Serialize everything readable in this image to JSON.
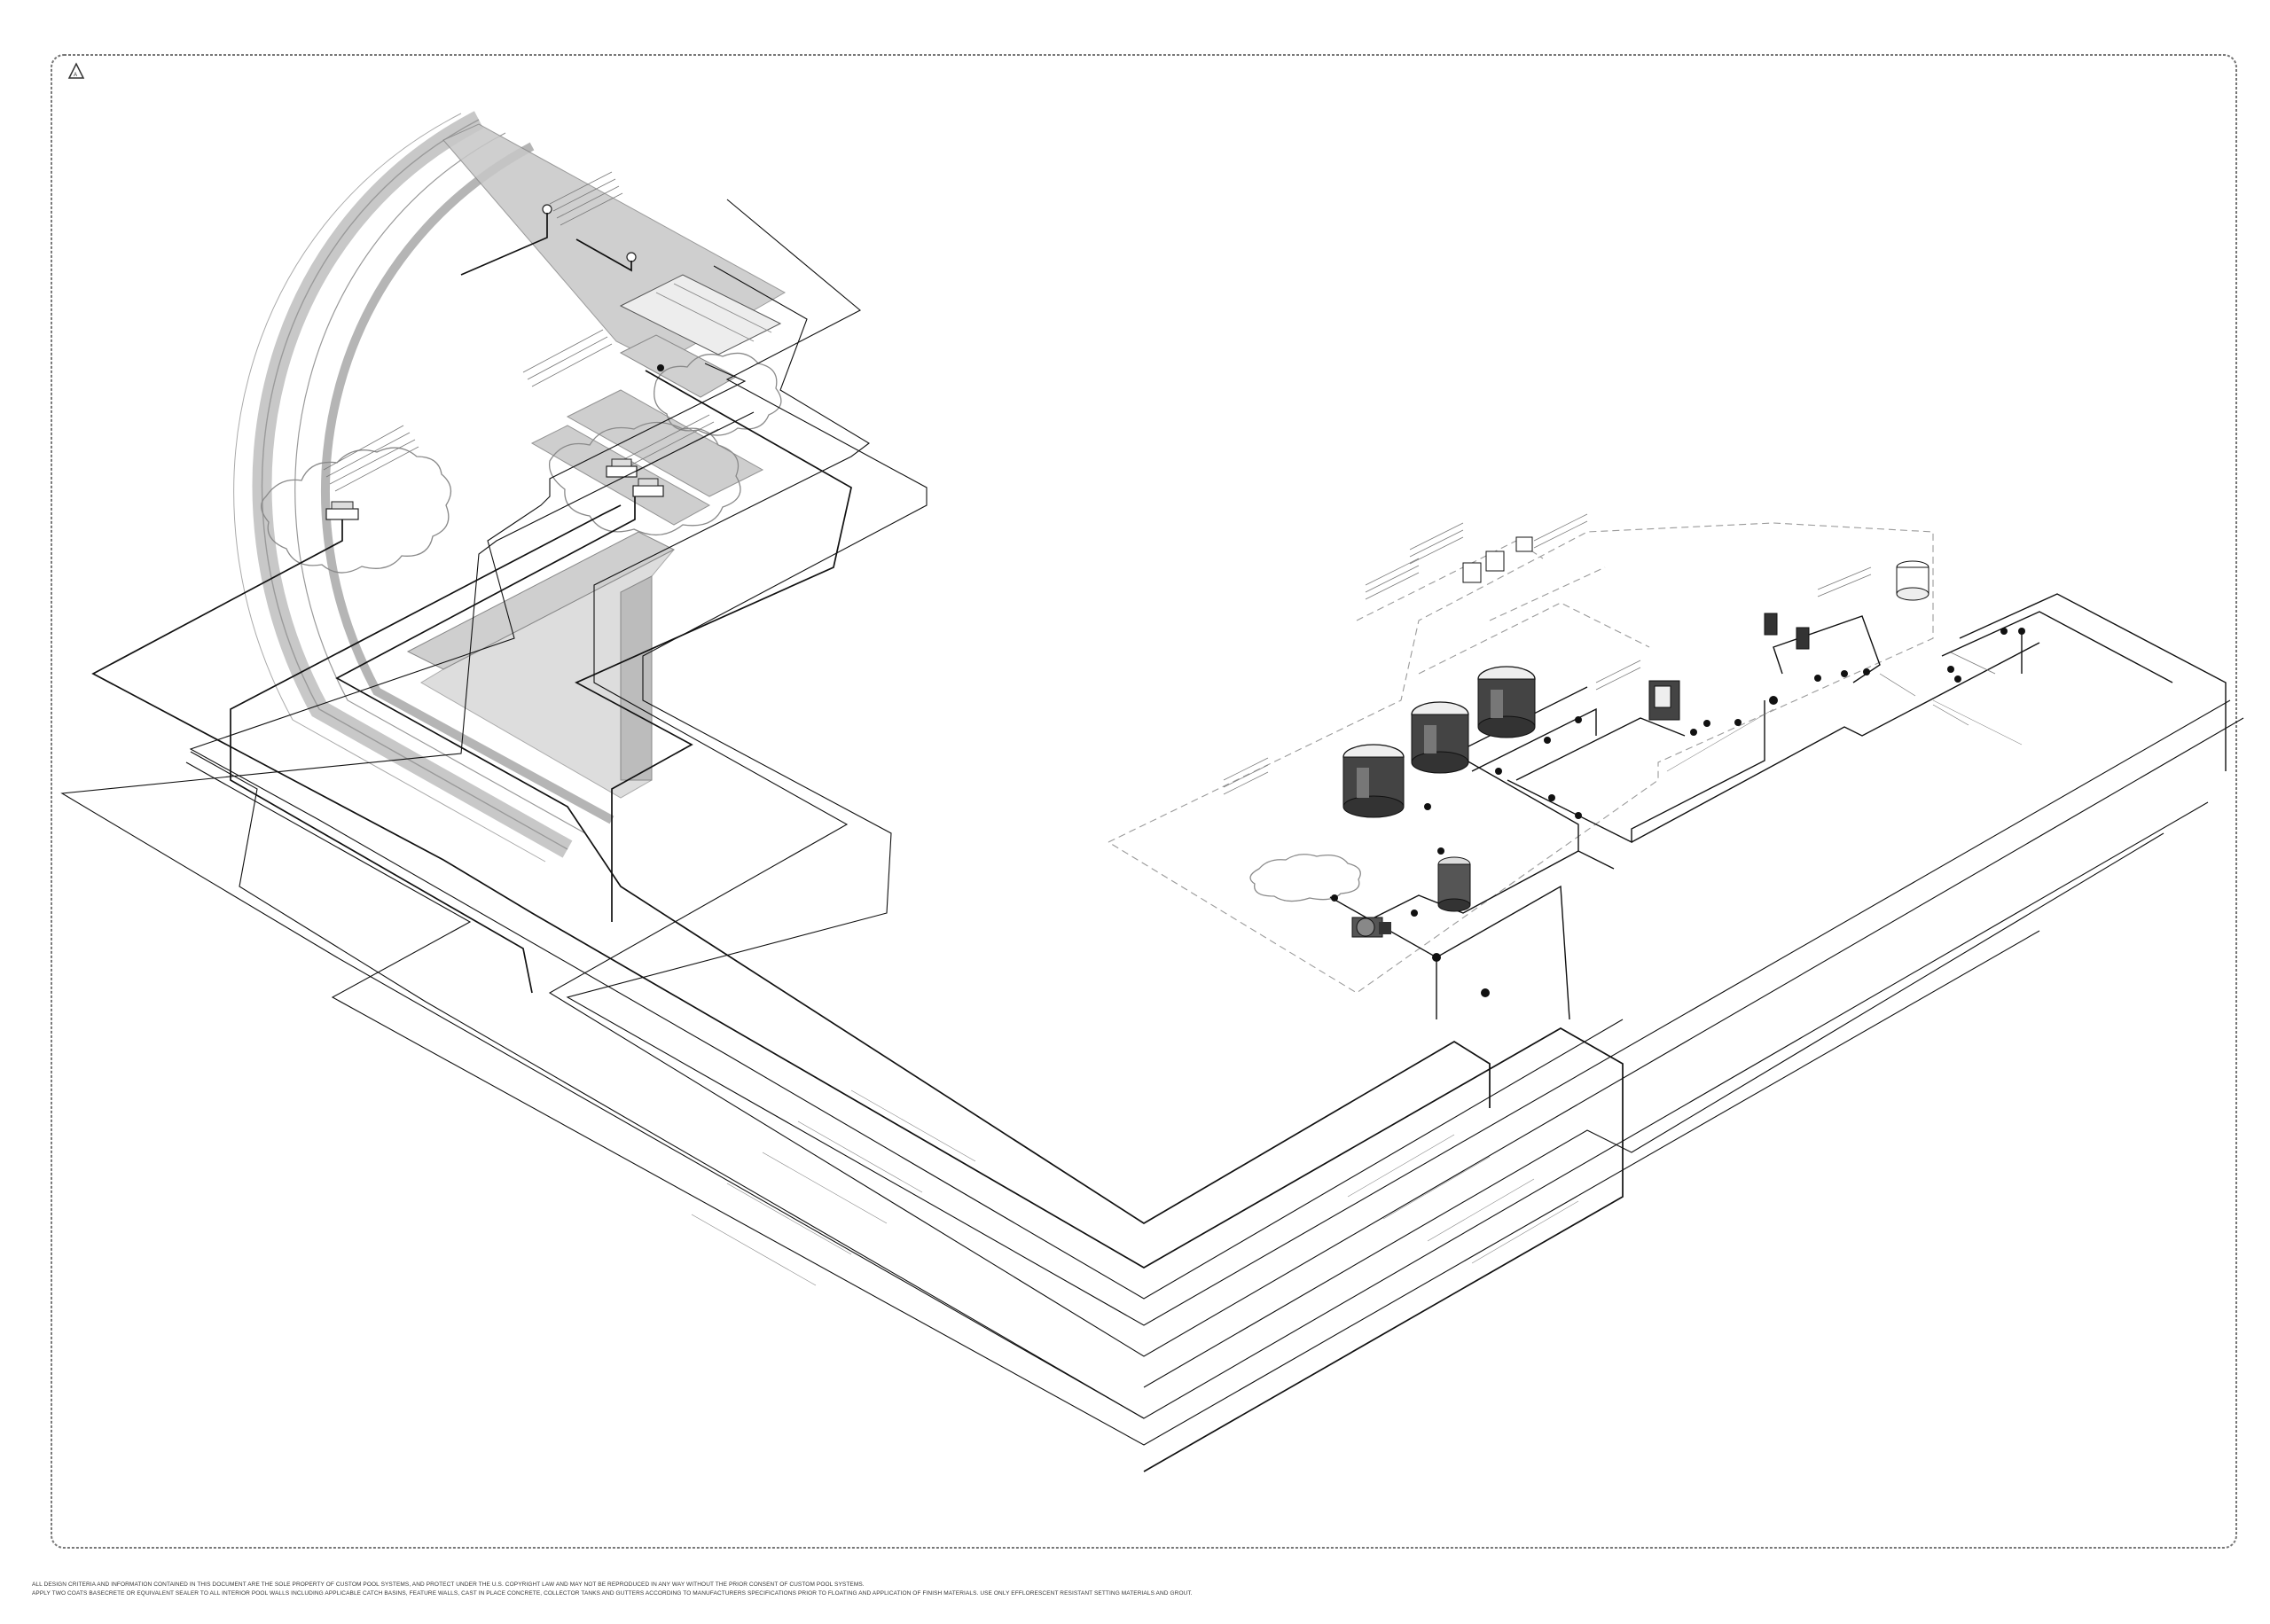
{
  "sheet": {
    "revision_mark": "A",
    "colors": {
      "pipe": "#111111",
      "fill_zone": "#bdbdbd",
      "cloud": "#8a8a8a",
      "dashed": "#9a9a9a",
      "border": "#777777"
    }
  },
  "footer": {
    "line1": "ALL DESIGN CRITERIA AND INFORMATION CONTAINED IN THIS DOCUMENT ARE THE SOLE PROPERTY OF CUSTOM POOL SYSTEMS, AND PROTECT UNDER THE U.S. COPYRIGHT LAW AND MAY NOT BE REPRODUCED IN ANY WAY WITHOUT THE PRIOR CONSENT OF CUSTOM POOL SYSTEMS.",
    "line2": "APPLY TWO COATS BASECRETE OR EQUIVALENT SEALER TO ALL INTERIOR POOL WALLS INCLUDING APPLICABLE CATCH BASINS, FEATURE WALLS, CAST IN PLACE CONCRETE, COLLECTOR TANKS AND GUTTERS ACCORDING TO MANUFACTURERS SPECIFICATIONS PRIOR TO FLOATING AND APPLICATION OF FINISH MATERIALS. USE ONLY EFFLORESCENT RESISTANT SETTING MATERIALS AND GROUT."
  },
  "equipment": {
    "pump_icon": "pump-icon",
    "filter_icon": "cartridge-filter-icon",
    "heater_icon": "heater-icon",
    "controller_icon": "automation-controller-icon",
    "valve_icon": "valve-icon",
    "tank_icon": "tank-icon"
  }
}
